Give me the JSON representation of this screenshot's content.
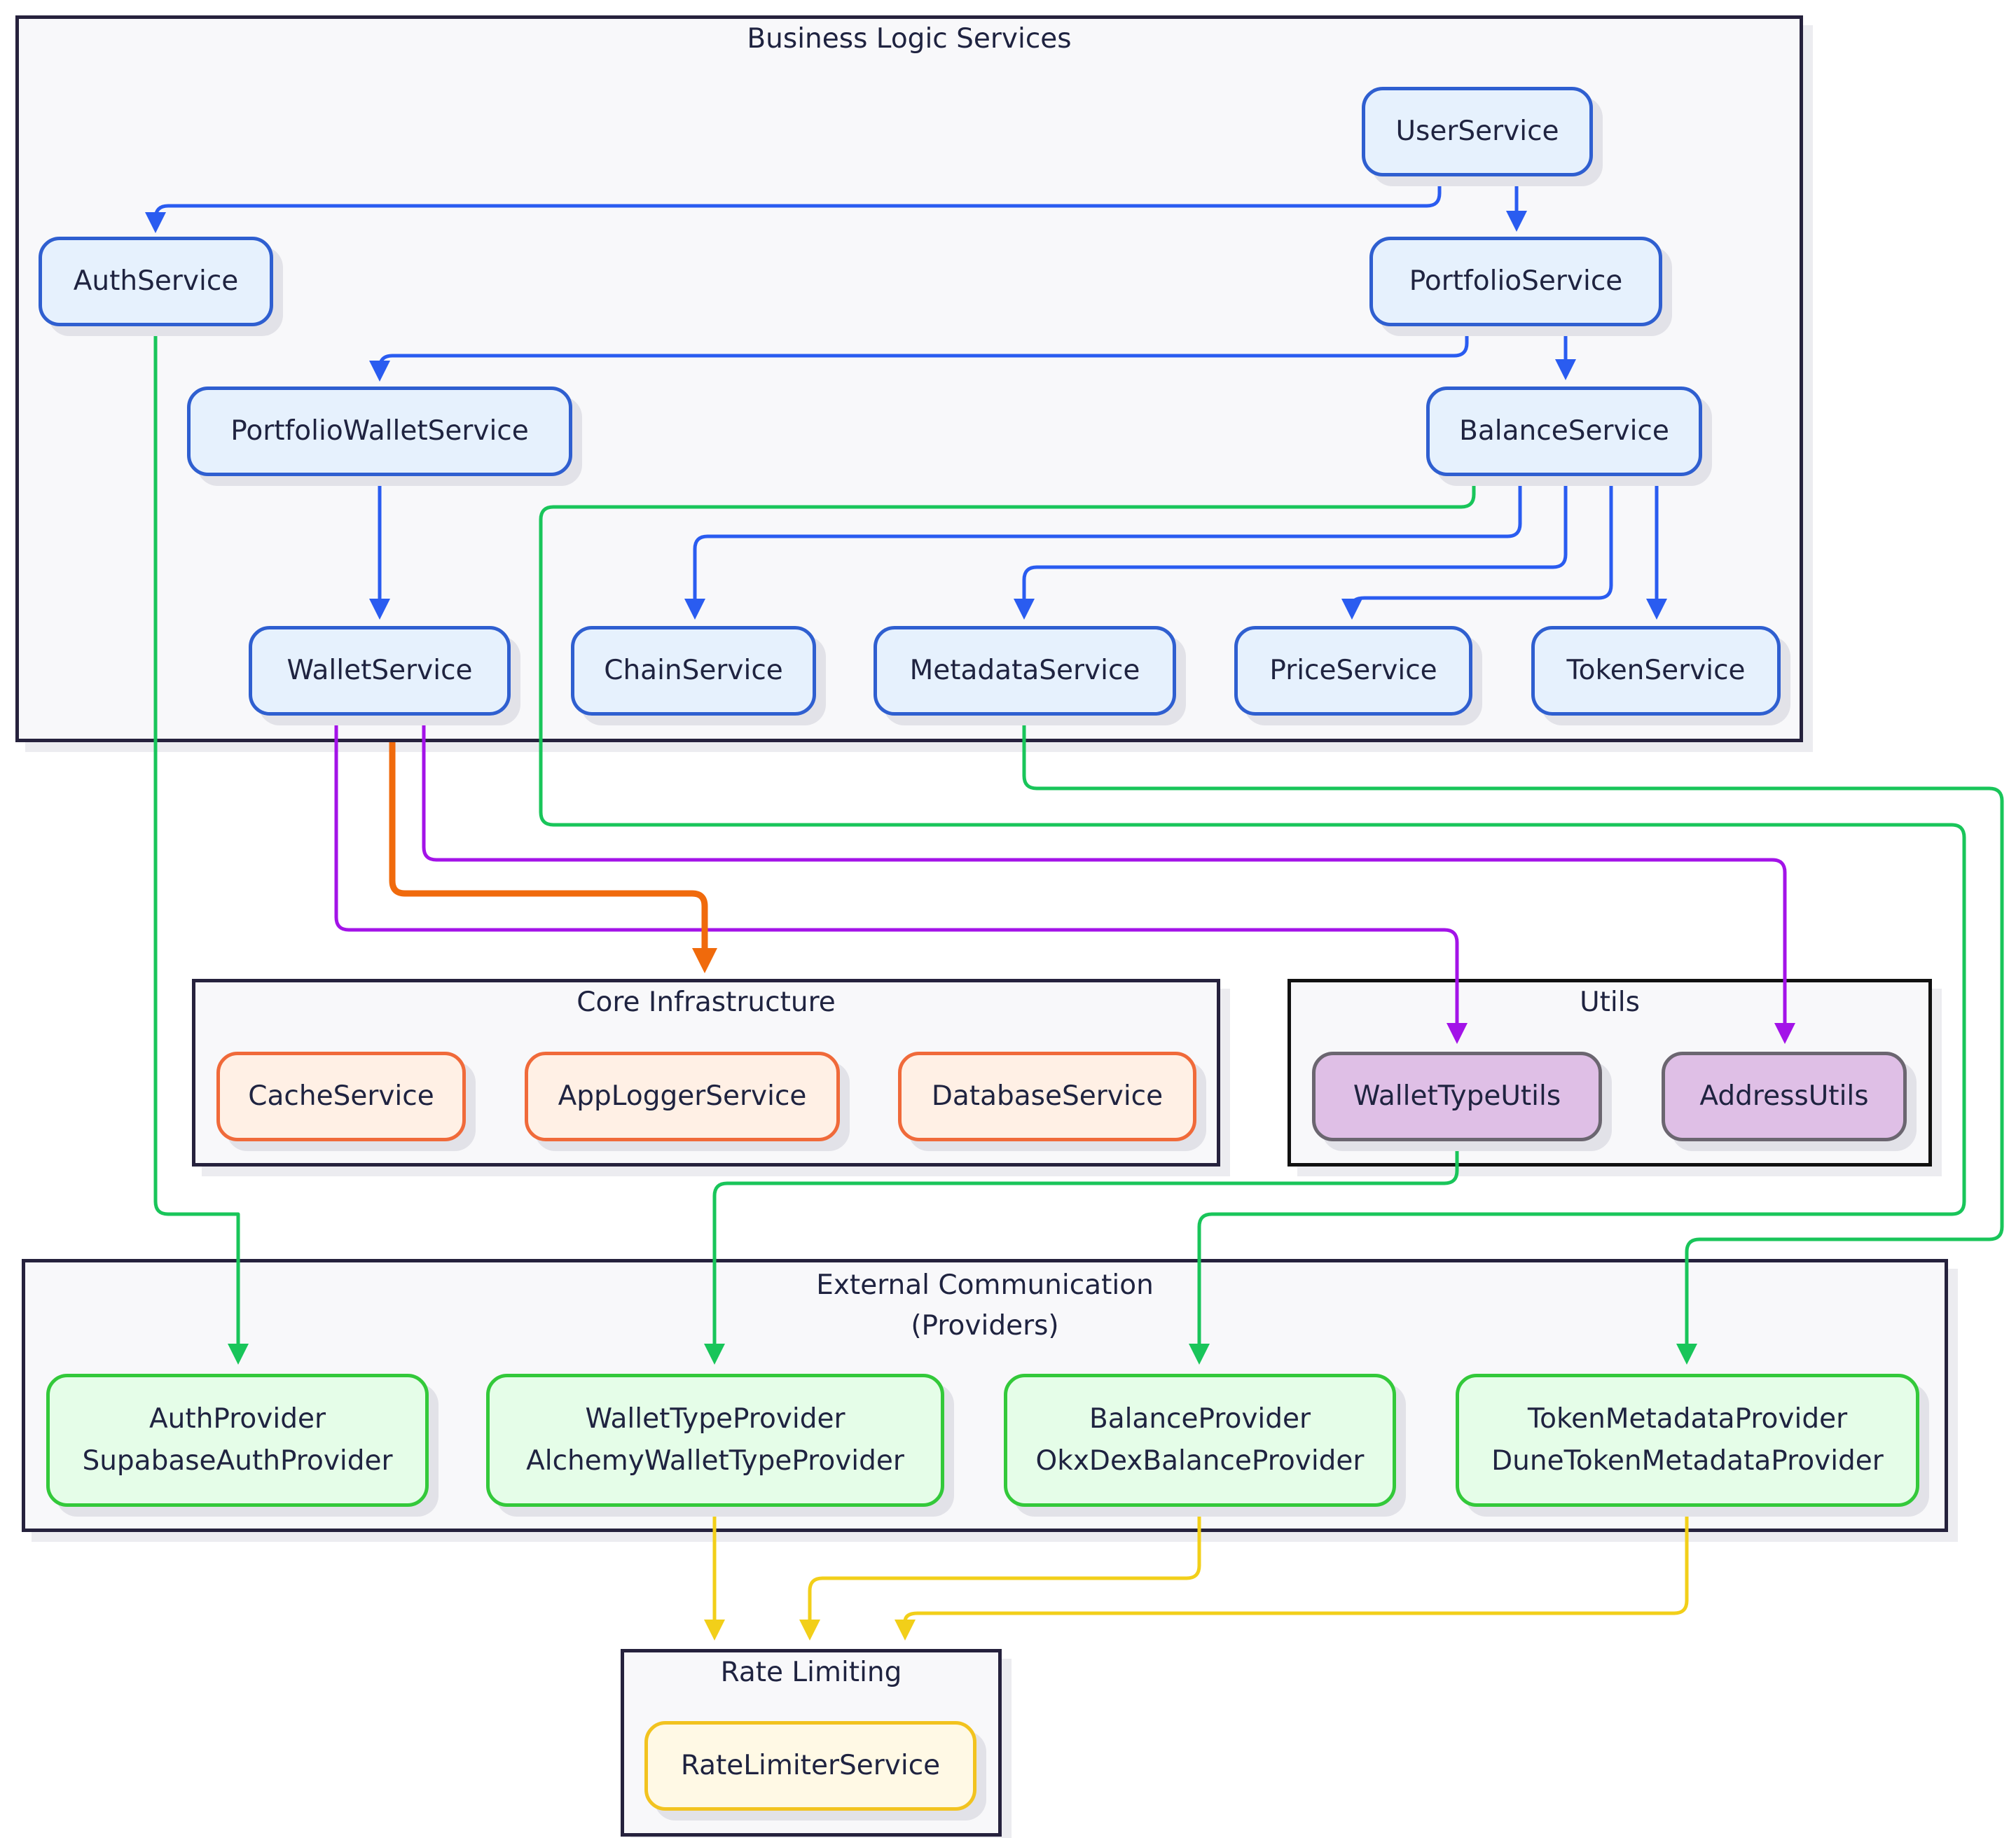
{
  "groups": {
    "business": "Business Logic Services",
    "core": "Core Infrastructure",
    "utils": "Utils",
    "external_line1": "External Communication",
    "external_line2": "(Providers)",
    "rate": "Rate Limiting"
  },
  "nodes": {
    "user": "UserService",
    "auth": "AuthService",
    "portfolio": "PortfolioService",
    "portfolio_wallet": "PortfolioWalletService",
    "balance": "BalanceService",
    "wallet": "WalletService",
    "chain": "ChainService",
    "metadata": "MetadataService",
    "price": "PriceService",
    "token": "TokenService",
    "cache": "CacheService",
    "logger": "AppLoggerService",
    "database": "DatabaseService",
    "wallet_type_utils": "WalletTypeUtils",
    "address_utils": "AddressUtils",
    "auth_provider": [
      "AuthProvider",
      "SupabaseAuthProvider"
    ],
    "wallet_type_provider": [
      "WalletTypeProvider",
      "AlchemyWalletTypeProvider"
    ],
    "balance_provider": [
      "BalanceProvider",
      "OkxDexBalanceProvider"
    ],
    "token_metadata_provider": [
      "TokenMetadataProvider",
      "DuneTokenMetadataProvider"
    ],
    "rate_limiter": "RateLimiterService"
  },
  "colors": {
    "service_edge": "#2a5cf0",
    "provider_edge": "#19c55a",
    "util_edge": "#a313e8",
    "core_edge": "#f06a0c",
    "rate_edge": "#f2cf19"
  },
  "edges": [
    {
      "from": "UserService",
      "to": "AuthService",
      "color": "service_edge"
    },
    {
      "from": "UserService",
      "to": "PortfolioService",
      "color": "service_edge"
    },
    {
      "from": "PortfolioService",
      "to": "PortfolioWalletService",
      "color": "service_edge"
    },
    {
      "from": "PortfolioService",
      "to": "BalanceService",
      "color": "service_edge"
    },
    {
      "from": "PortfolioWalletService",
      "to": "WalletService",
      "color": "service_edge"
    },
    {
      "from": "BalanceService",
      "to": "ChainService",
      "color": "service_edge"
    },
    {
      "from": "BalanceService",
      "to": "MetadataService",
      "color": "service_edge"
    },
    {
      "from": "BalanceService",
      "to": "PriceService",
      "color": "service_edge"
    },
    {
      "from": "BalanceService",
      "to": "TokenService",
      "color": "service_edge"
    },
    {
      "from": "BalanceService",
      "to": "BalanceProvider",
      "color": "provider_edge"
    },
    {
      "from": "AuthService",
      "to": "AuthProvider",
      "color": "provider_edge"
    },
    {
      "from": "MetadataService",
      "to": "TokenMetadataProvider",
      "color": "provider_edge"
    },
    {
      "from": "WalletTypeUtils",
      "to": "WalletTypeProvider",
      "color": "provider_edge"
    },
    {
      "from": "WalletService",
      "to": "WalletTypeUtils",
      "color": "util_edge"
    },
    {
      "from": "WalletService",
      "to": "AddressUtils",
      "color": "util_edge"
    },
    {
      "from": "Business Logic Services",
      "to": "Core Infrastructure",
      "color": "core_edge"
    },
    {
      "from": "WalletTypeProvider",
      "to": "RateLimiterService",
      "color": "rate_edge"
    },
    {
      "from": "BalanceProvider",
      "to": "RateLimiterService",
      "color": "rate_edge"
    },
    {
      "from": "TokenMetadataProvider",
      "to": "RateLimiterService",
      "color": "rate_edge"
    }
  ]
}
